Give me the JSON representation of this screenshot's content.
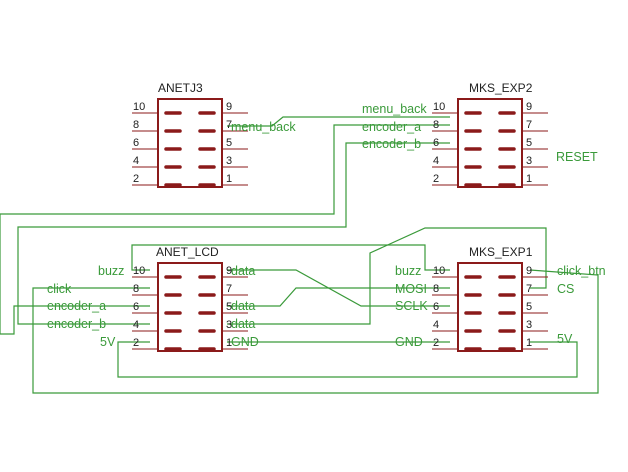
{
  "connectors": {
    "anetj3": {
      "name": "ANETJ3",
      "left_pins": [
        "10",
        "8",
        "6",
        "4",
        "2"
      ],
      "right_pins": [
        "9",
        "7",
        "5",
        "3",
        "1"
      ]
    },
    "mks_exp2": {
      "name": "MKS_EXP2",
      "left_pins": [
        "10",
        "8",
        "6",
        "4",
        "2"
      ],
      "right_pins": [
        "9",
        "7",
        "5",
        "3",
        "1"
      ]
    },
    "anet_lcd": {
      "name": "ANET_LCD",
      "left_pins": [
        "10",
        "8",
        "6",
        "4",
        "2"
      ],
      "right_pins": [
        "9",
        "7",
        "5",
        "3",
        "1"
      ]
    },
    "mks_exp1": {
      "name": "MKS_EXP1",
      "left_pins": [
        "10",
        "8",
        "6",
        "4",
        "2"
      ],
      "right_pins": [
        "9",
        "7",
        "5",
        "3",
        "1"
      ]
    }
  },
  "nets": {
    "anetj3_menu_back": "menu_back",
    "exp2_menu_back": "menu_back",
    "exp2_encoder_a": "encoder_a",
    "exp2_encoder_b": "encoder_b",
    "exp2_reset": "RESET",
    "lcd_buzz": "buzz",
    "lcd_click": "click",
    "lcd_encoder_a": "encoder_a",
    "lcd_encoder_b": "encoder_b",
    "lcd_5v": "5V",
    "lcd_data_9": "data",
    "lcd_data_5": "data",
    "lcd_data_3": "data",
    "lcd_gnd": "GND",
    "exp1_buzz": "buzz",
    "exp1_mosi": "MOSI",
    "exp1_sclk": "SCLK",
    "exp1_gnd": "GND",
    "exp1_click_btn": "click_btn",
    "exp1_cs": "CS",
    "exp1_5v": "5V"
  },
  "colors": {
    "wire": "#3a9a3a",
    "component": "#8b1a1a",
    "text": "#222222"
  }
}
